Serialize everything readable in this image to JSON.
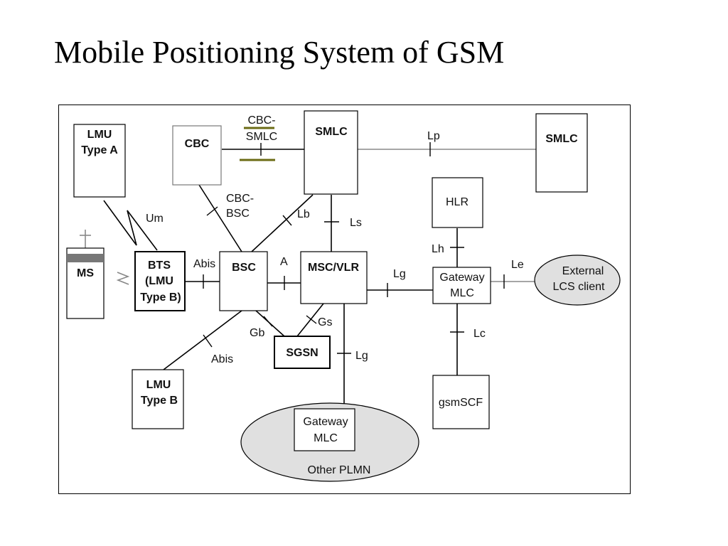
{
  "title": "Mobile Positioning System of GSM",
  "nodes": {
    "lmu_a": {
      "line1": "LMU",
      "line2": "Type A"
    },
    "cbc": "CBC",
    "cbc_smlc": {
      "line1": "CBC-",
      "line2": "SMLC"
    },
    "smlc_main": "SMLC",
    "smlc_remote": "SMLC",
    "hlr": "HLR",
    "ms": "MS",
    "bts": {
      "line1": "BTS",
      "line2": "(LMU",
      "line3": "Type B)"
    },
    "bsc": "BSC",
    "msc_vlr": "MSC/VLR",
    "gmlc": {
      "line1": "Gateway",
      "line2": "MLC"
    },
    "external": {
      "line1": "External",
      "line2": "LCS client"
    },
    "sgsn": "SGSN",
    "lmu_b": {
      "line1": "LMU",
      "line2": "Type B"
    },
    "gsmscf": "gsmSCF",
    "gmlc_other": {
      "line1": "Gateway",
      "line2": "MLC"
    },
    "other_plmn": "Other PLMN"
  },
  "interfaces": {
    "lp": "Lp",
    "um": "Um",
    "cbc_bsc": {
      "line1": "CBC-",
      "line2": "BSC"
    },
    "lb": "Lb",
    "ls": "Ls",
    "lh": "Lh",
    "abis_top": "Abis",
    "a": "A",
    "lg_right": "Lg",
    "le": "Le",
    "gs": "Gs",
    "gb": "Gb",
    "lc": "Lc",
    "abis_bottom": "Abis",
    "lg_bottom": "Lg"
  },
  "colors": {
    "cbc_smlc_bar": "#6b6b14",
    "ellipse_fill": "#e0e0e0",
    "ms_band": "#777777"
  }
}
